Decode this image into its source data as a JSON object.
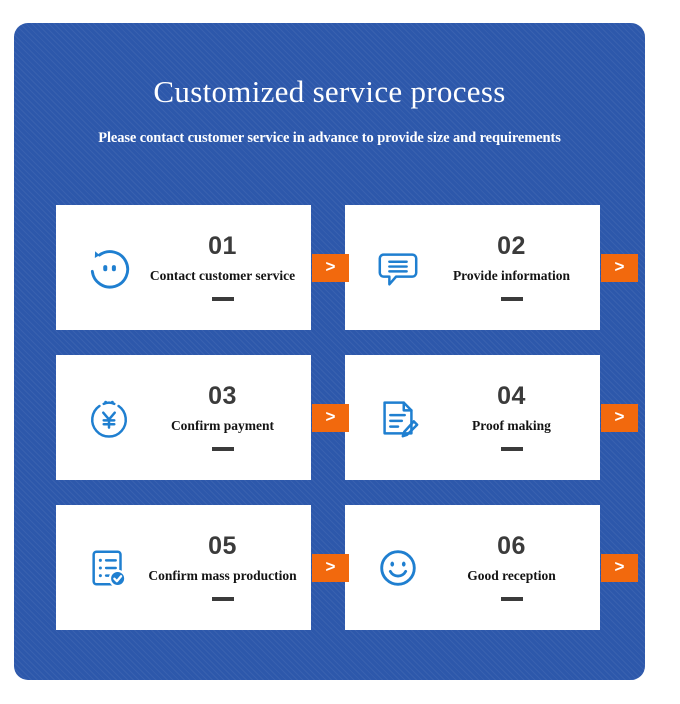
{
  "header": {
    "title": "Customized service process",
    "subtitle": "Please contact customer service in advance to provide size and requirements"
  },
  "colors": {
    "panel_blue": "#2d58ab",
    "card_white": "#ffffff",
    "accent_orange": "#f2690d",
    "icon_blue": "#1f7fd0",
    "number_gray": "#3b3b3b"
  },
  "next_button": {
    "label": ">",
    "icon": "chevron-right-icon"
  },
  "steps": [
    {
      "number": "01",
      "label": "Contact customer service",
      "icon": "customer-service-face-icon",
      "dash": ""
    },
    {
      "number": "02",
      "label": "Provide information",
      "icon": "speech-bubble-lines-icon",
      "dash": ""
    },
    {
      "number": "03",
      "label": "Confirm payment",
      "icon": "yen-payment-circle-icon",
      "dash": ""
    },
    {
      "number": "04",
      "label": "Proof making",
      "icon": "document-pencil-icon",
      "dash": ""
    },
    {
      "number": "05",
      "label": "Confirm mass production",
      "icon": "checklist-check-icon",
      "dash": ""
    },
    {
      "number": "06",
      "label": "Good reception",
      "icon": "smiley-face-icon",
      "dash": ""
    }
  ]
}
